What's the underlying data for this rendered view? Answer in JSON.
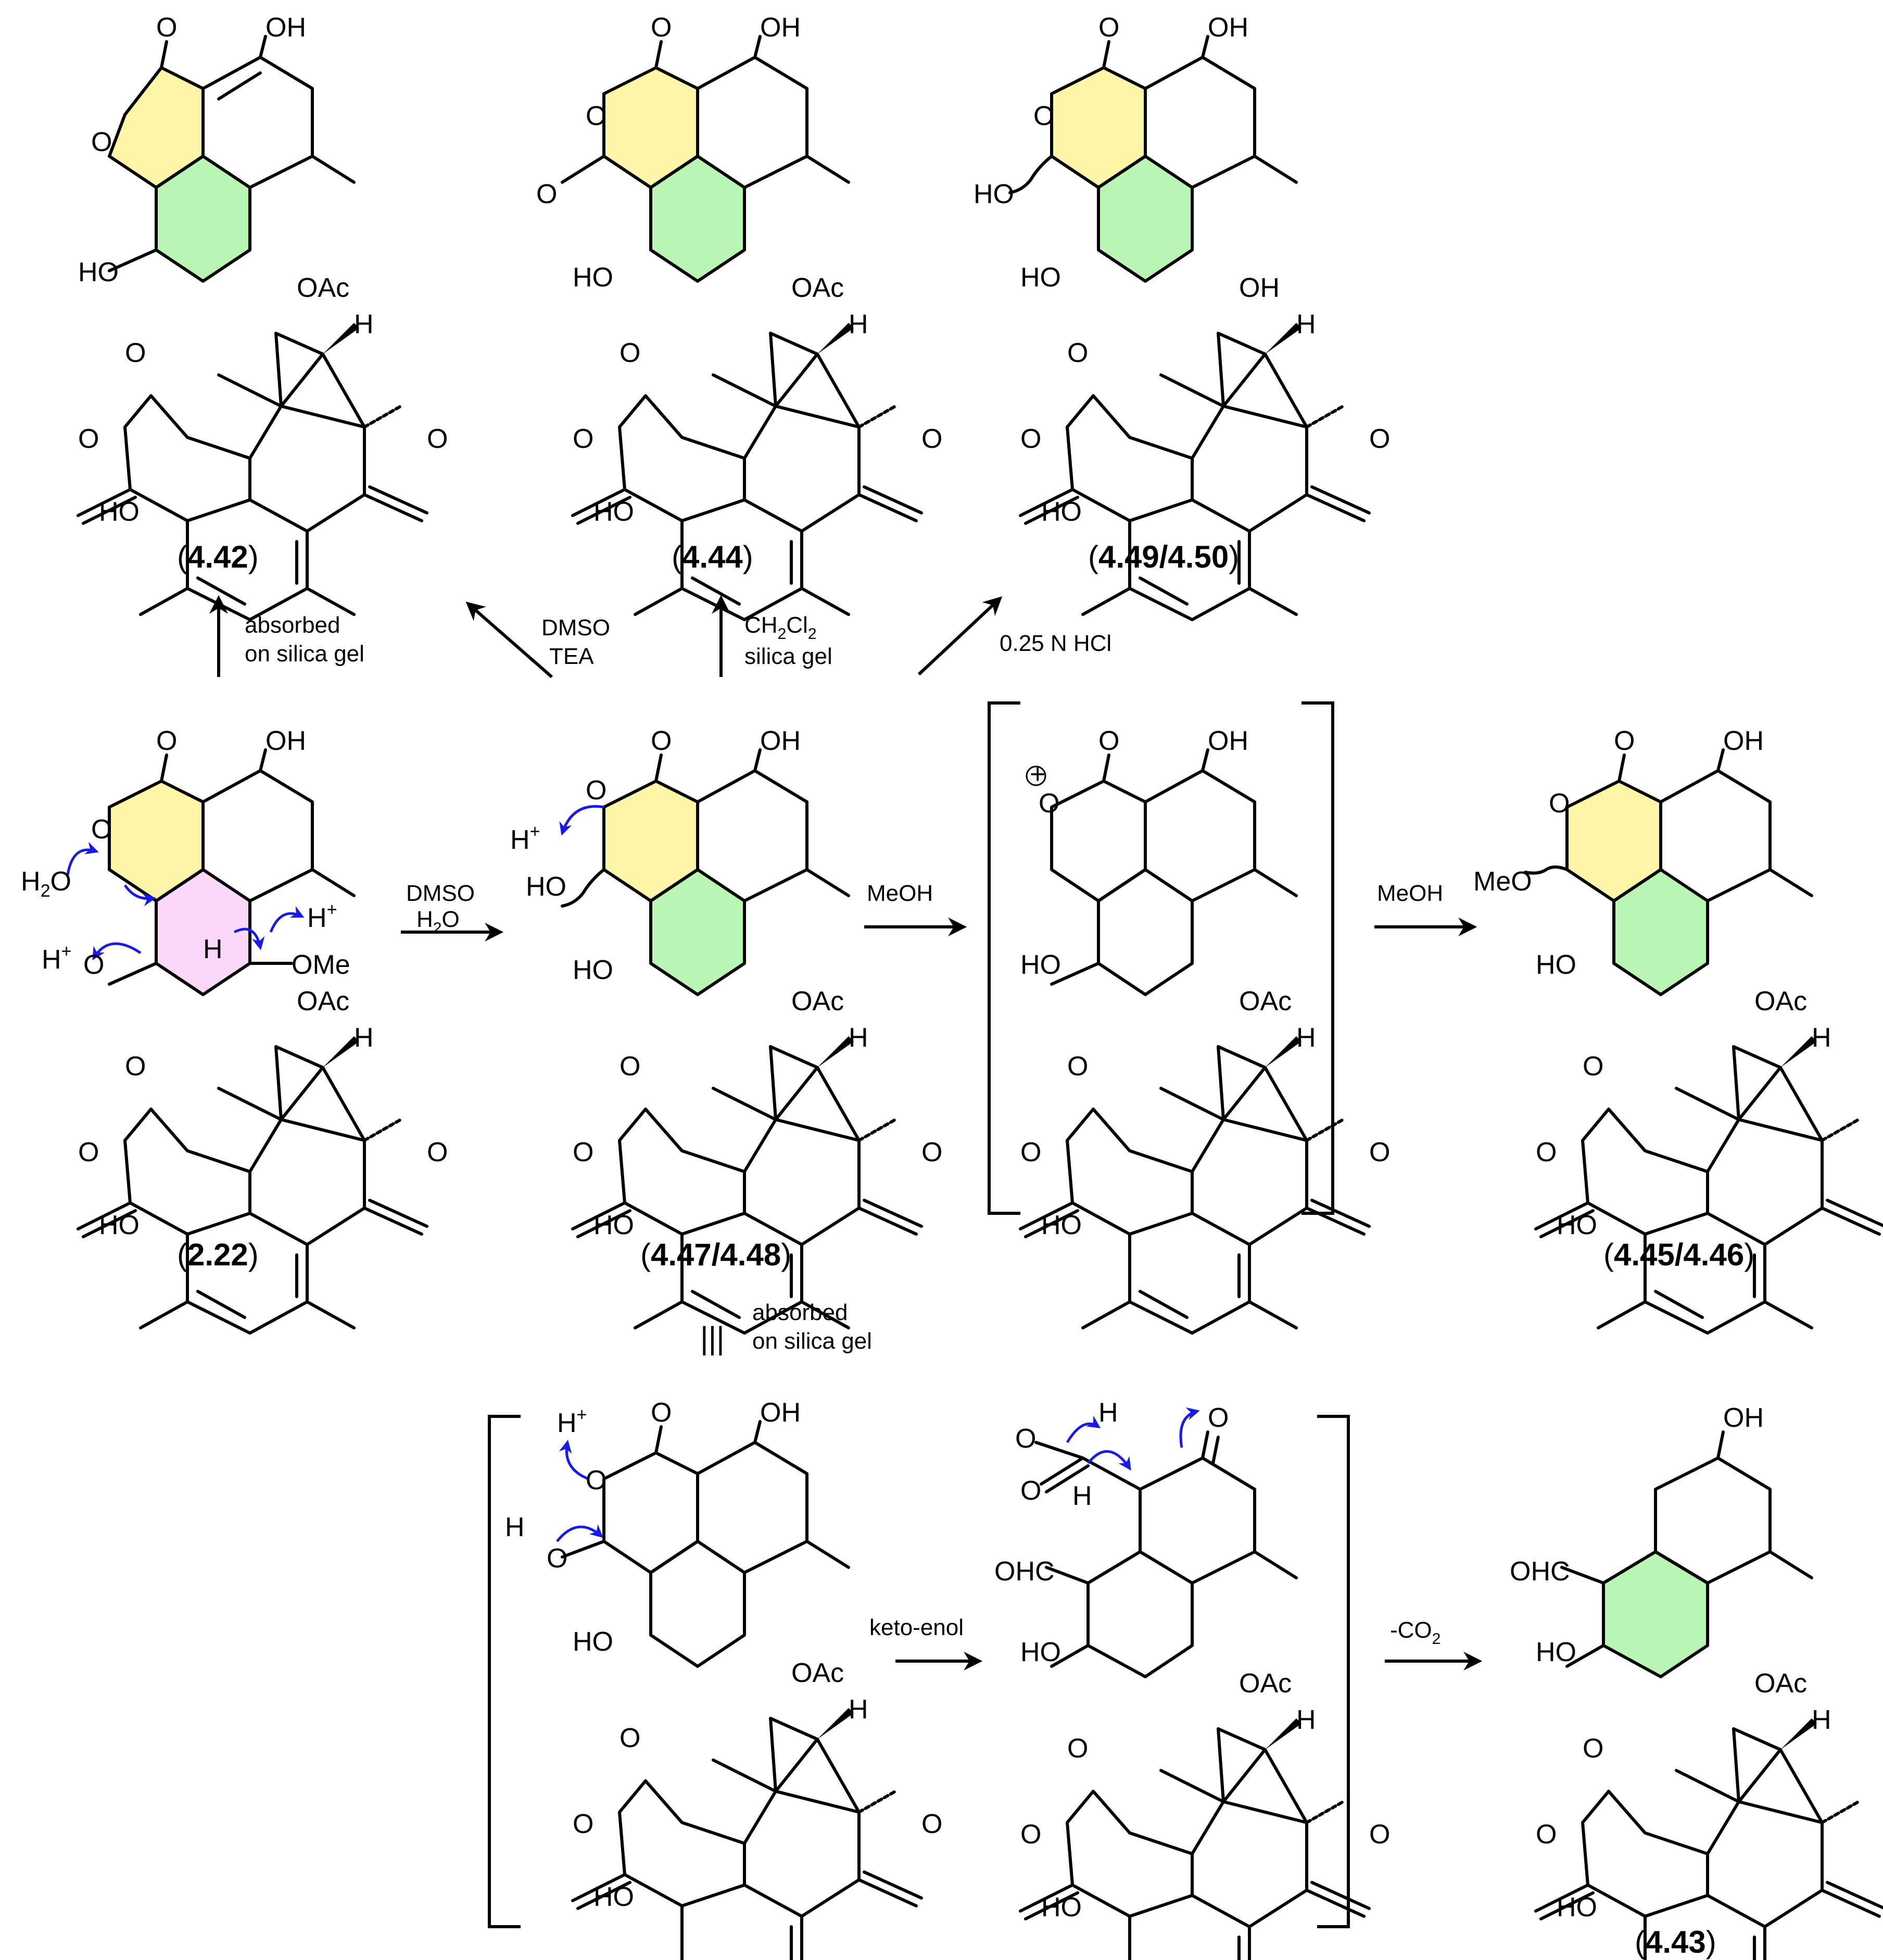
{
  "colors": {
    "lactone_ring": "#fff6a8",
    "aromatic_ring": "#b9f5b3",
    "reactive_ring": "#fbd8f9",
    "mechanism_arrows": "#1a1ae6"
  },
  "atoms": {
    "OH": "OH",
    "HO": "HO",
    "O": "O",
    "OAc": "OAc",
    "H": "H",
    "OMe": "OMe",
    "MeO": "MeO",
    "OHC": "OHC",
    "Hplus": "H",
    "plus_sup": "+",
    "H2O_H": "H",
    "H2O_2": "2",
    "H2O_O": "O",
    "oxonium_charge": "+"
  },
  "compounds": {
    "c442": {
      "label_open": "(",
      "label_num": "4.42",
      "label_close": ")"
    },
    "c444": {
      "label_open": "(",
      "label_num": "4.44",
      "label_close": ")"
    },
    "c449": {
      "label_open": "(",
      "label_num": "4.49/4.50",
      "label_close": ")"
    },
    "c222": {
      "label_open": "(",
      "label_num": "2.22",
      "label_close": ")"
    },
    "c447": {
      "label_open": "(",
      "label_num": "4.47/4.48",
      "label_close": ")"
    },
    "c445": {
      "label_open": "(",
      "label_num": "4.45/4.46",
      "label_close": ")"
    },
    "c443": {
      "label_open": "(",
      "label_num": "4.43",
      "label_close": ")"
    }
  },
  "conditions": {
    "absorbed_line1": "absorbed",
    "absorbed_line2": "on silica gel",
    "dmso": "DMSO",
    "tea": "TEA",
    "ch2cl2_ch": "CH",
    "ch2cl2_2a": "2",
    "ch2cl2_cl": "Cl",
    "ch2cl2_2b": "2",
    "silica_gel": "silica gel",
    "hcl": "0.25 N HCl",
    "dmso_h2o_1": "DMSO",
    "h2o_h": "H",
    "h2o_2": "2",
    "h2o_o": "O",
    "meoh": "MeOH",
    "keto_enol": "keto-enol",
    "minus_co2_a": "-CO",
    "minus_co2_b": "2",
    "equiv": "|||"
  }
}
